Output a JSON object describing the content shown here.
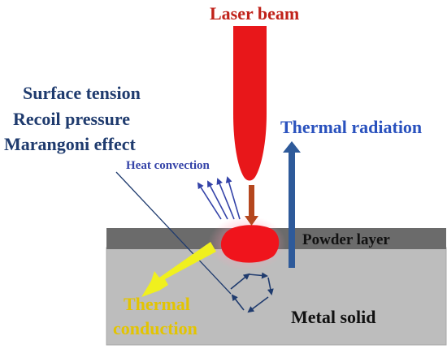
{
  "labels": {
    "laser_beam": "Laser beam",
    "surface_tension": "Surface tension",
    "recoil_pressure": "Recoil pressure",
    "marangoni_effect": "Marangoni effect",
    "thermal_radiation": "Thermal radiation",
    "heat_convection": "Heat convection",
    "powder_layer": "Powder layer",
    "metal_solid": "Metal solid",
    "thermal": "Thermal",
    "conduction": "conduction"
  },
  "colors": {
    "laser_beam_text": "#c0221a",
    "laser_beam_body": "#e8171a",
    "forces_text": "#1f3b6e",
    "thermal_radiation_text": "#2a52be",
    "thermal_radiation_arrow": "#2e5a9a",
    "heat_convection": "#3443a8",
    "conduction_arrow": "#f0f01e",
    "conduction_text": "#e3c400",
    "powder_layer": "#6b6b6b",
    "metal_solid": "#bdbdbd",
    "melt_pool": "#f0141c",
    "flow_arrows": "#1f3b6e",
    "leader_line": "#1f3b6e",
    "beam_stem": "#b5471e"
  }
}
